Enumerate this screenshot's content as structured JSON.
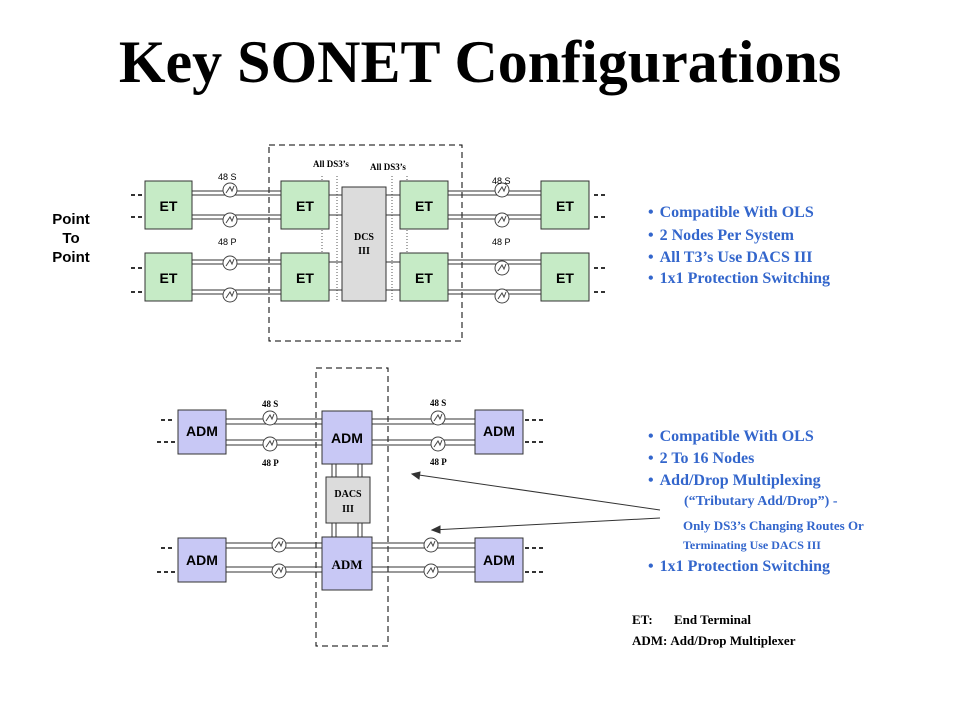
{
  "title": "Key SONET Configurations",
  "point_to_point": {
    "label_lines": [
      "Point",
      "To",
      "Point"
    ],
    "et_label": "ET",
    "dcs_label_lines": [
      "DCS",
      "III"
    ],
    "all_ds3_labels": [
      "All  DS3’s",
      "All  DS3’s"
    ],
    "link_labels": {
      "s_left": "48 S",
      "p_left": "48 P",
      "s_right": "48 S",
      "p_right": "48 P"
    },
    "bullets": [
      "Compatible With OLS",
      "2 Nodes Per System",
      "All T3’s Use DACS III",
      "1x1 Protection Switching"
    ]
  },
  "add_drop": {
    "adm_label": "ADM",
    "dacs_label_lines": [
      "DACS",
      "III"
    ],
    "link_labels": {
      "s_left": "48 S",
      "p_left": "48 P",
      "s_right": "48 S",
      "p_right": "48 P"
    },
    "bullets": [
      "Compatible With OLS",
      "2  To 16  Nodes",
      "Add/Drop Multiplexing"
    ],
    "sub_lines": [
      "(“Tributary Add/Drop”) -",
      "Only DS3’s Changing  Routes  Or",
      "Terminating  Use DACS III"
    ],
    "last_bullet": "1x1 Protection Switching"
  },
  "legend": {
    "et": {
      "abbr": "ET:",
      "meaning": "End Terminal"
    },
    "adm": {
      "abbr": "ADM:",
      "meaning": "Add/Drop Multiplexer"
    }
  },
  "colors": {
    "et_box": "#c6ebc6",
    "adm_box": "#c8c8f5",
    "dcs_box": "#dcdcdc",
    "bullet_text": "#3366cc"
  }
}
